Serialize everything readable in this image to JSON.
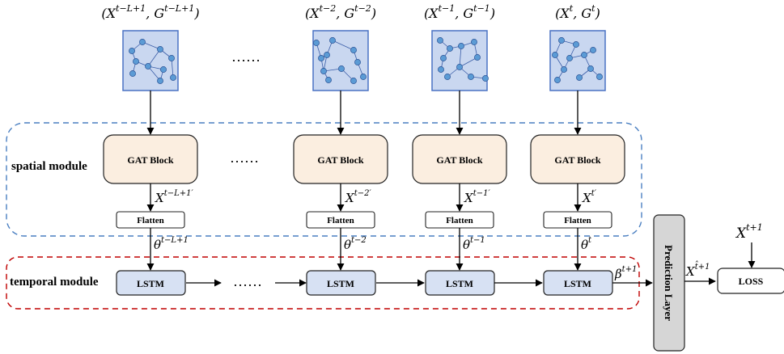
{
  "columns": [
    {
      "input_label": {
        "base": "(X",
        "sup": "t−L+1",
        "mid": ", G",
        "sup2": "t−L+1",
        "end": ")"
      },
      "block_label": "GAT Block",
      "gat_output": {
        "base": "X",
        "sup": "t−L+1′"
      },
      "flatten_label": "Flatten",
      "theta": {
        "base": "θ",
        "sup": "t−L+1"
      },
      "lstm_label": "LSTM"
    },
    {
      "input_label": {
        "base": "(X",
        "sup": "t−2",
        "mid": ", G",
        "sup2": "t−2",
        "end": ")"
      },
      "block_label": "GAT Block",
      "gat_output": {
        "base": "X",
        "sup": "t−2′"
      },
      "flatten_label": "Flatten",
      "theta": {
        "base": "θ",
        "sup": "t−2"
      },
      "lstm_label": "LSTM"
    },
    {
      "input_label": {
        "base": "(X",
        "sup": "t−1",
        "mid": ", G",
        "sup2": "t−1",
        "end": ")"
      },
      "block_label": "GAT Block",
      "gat_output": {
        "base": "X",
        "sup": "t−1′"
      },
      "flatten_label": "Flatten",
      "theta": {
        "base": "θ",
        "sup": "t−1"
      },
      "lstm_label": "LSTM"
    },
    {
      "input_label": {
        "base": "(X",
        "sup": "t",
        "mid": ", G",
        "sup2": "t",
        "end": ")"
      },
      "block_label": "GAT Block",
      "gat_output": {
        "base": "X",
        "sup": "t′"
      },
      "flatten_label": "Flatten",
      "theta": {
        "base": "θ",
        "sup": "t"
      },
      "lstm_label": "LSTM"
    }
  ],
  "ellipsis": "……",
  "spatial_module_label": "spatial module",
  "temporal_module_label": "temporal module",
  "beta_label": {
    "base": "β",
    "sup": "t+1"
  },
  "prediction_layer_label": "Prediction Layer",
  "prediction_output": {
    "base": "X",
    "sup": "t̂+1"
  },
  "target_label": {
    "base": "X",
    "sup": "t+1"
  },
  "loss_label": "LOSS",
  "colors": {
    "graph_fill": "#c9d7f0",
    "graph_border": "#4a72c4",
    "node_fill": "#5b9bd5",
    "gat_fill": "#fbeee0",
    "lstm_fill": "#d7e1f3",
    "spatial_border": "#4a7fc1",
    "temporal_border": "#c00000",
    "prediction_fill": "#d6d6d6"
  }
}
